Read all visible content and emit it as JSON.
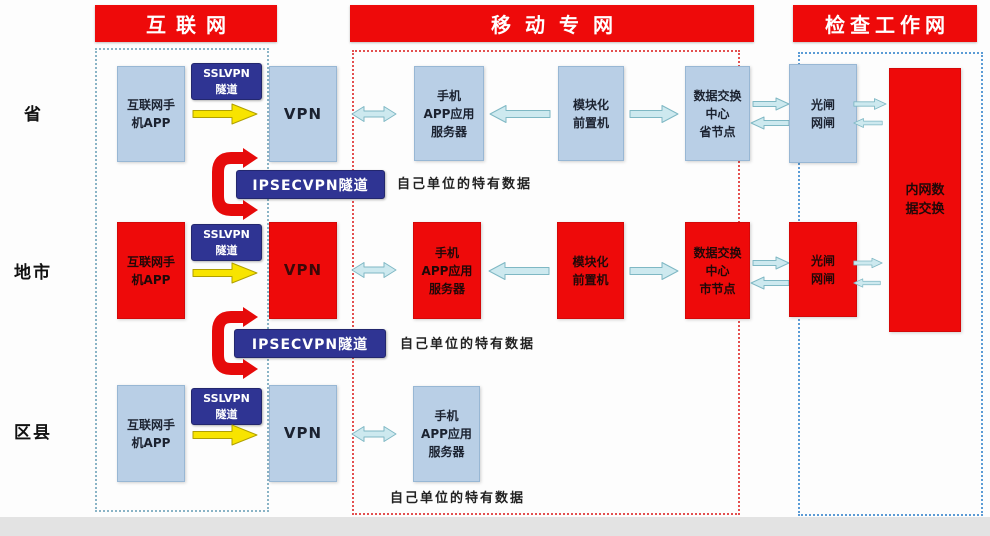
{
  "banners": {
    "internet": "互联网",
    "mobile": "移动专网",
    "inspection": "检查工作网"
  },
  "row_labels": {
    "province": "省",
    "city": "地市",
    "county": "区县"
  },
  "boxes": {
    "internet_app": "互联网手\n机APP",
    "vpn": "VPN",
    "app_server": "手机\nAPP应用\n服务器",
    "front_module": "模块化\n前置机",
    "exchange_center_province": "数据交换\n中心\n省节点",
    "exchange_center_city": "数据交换\n中心\n市节点",
    "optical_gate": "光闸\n网闸",
    "intranet_exchange": "内网数\n据交换"
  },
  "tunnel_labels": {
    "ssl_vpn": "SSLVPN\n隧道",
    "ipsec_vpn": "IPSECVPN隧道",
    "own_data": "自己单位的特有数据"
  },
  "colors": {
    "banner_red": "#ee0a0a",
    "box_blue": "#b9cfe6",
    "box_red": "#ee0a0a",
    "label_navy": "#2f3493",
    "arrow_yellow": "#f8e400",
    "arrow_cyan": "#cde9ef",
    "tunnel_red": "#e60a0a"
  }
}
